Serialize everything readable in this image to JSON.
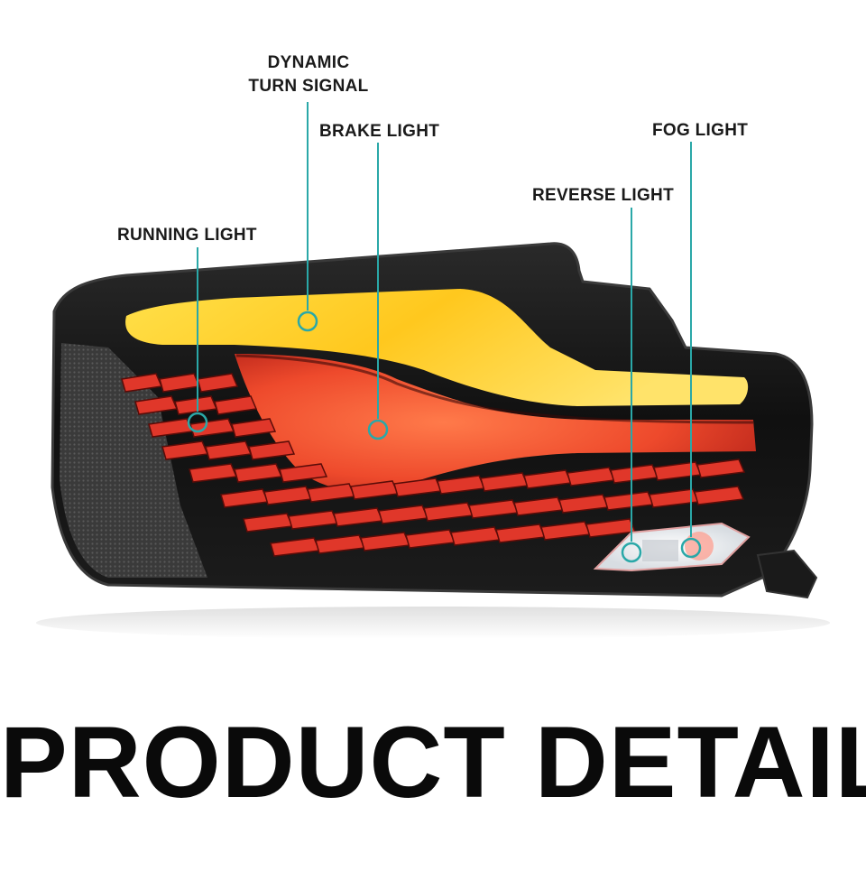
{
  "callouts": {
    "dynamic_turn_signal": {
      "line1": "DYNAMIC",
      "line2": "TURN SIGNAL"
    },
    "brake_light": "BRAKE LIGHT",
    "fog_light": "FOG LIGHT",
    "reverse_light": "REVERSE LIGHT",
    "running_light": "RUNNING LIGHT"
  },
  "headline": "PRODUCT DETAIL",
  "colors": {
    "callout_line": "#2aa8a8",
    "housing": "#151515",
    "amber": "#ffd23a",
    "brake_red": "#e8402a",
    "text": "#111111"
  }
}
